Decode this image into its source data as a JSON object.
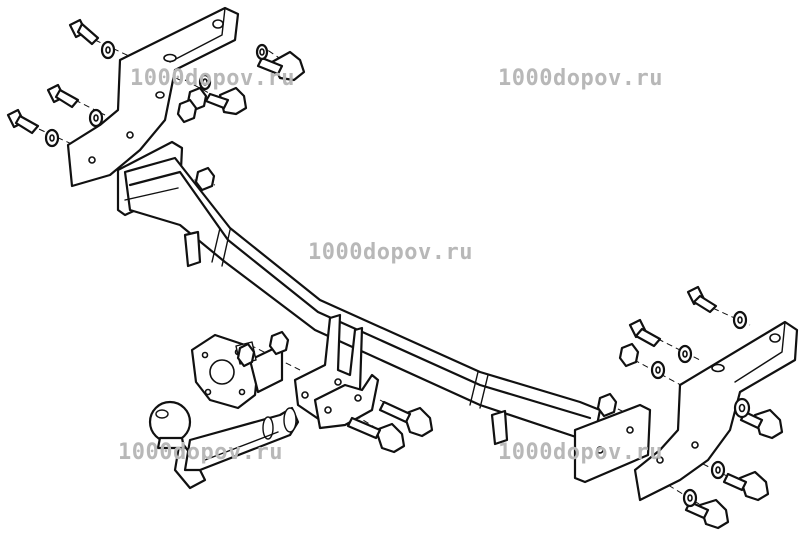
{
  "watermark": {
    "text": "1000dopov.ru",
    "color": "#b8b8b8"
  },
  "diagram": {
    "parts": [
      "left-mounting-bracket",
      "right-mounting-bracket",
      "crossbar-beam",
      "tow-ball-neck",
      "tow-ball",
      "socket-plate",
      "bolt",
      "washer",
      "nut"
    ]
  }
}
